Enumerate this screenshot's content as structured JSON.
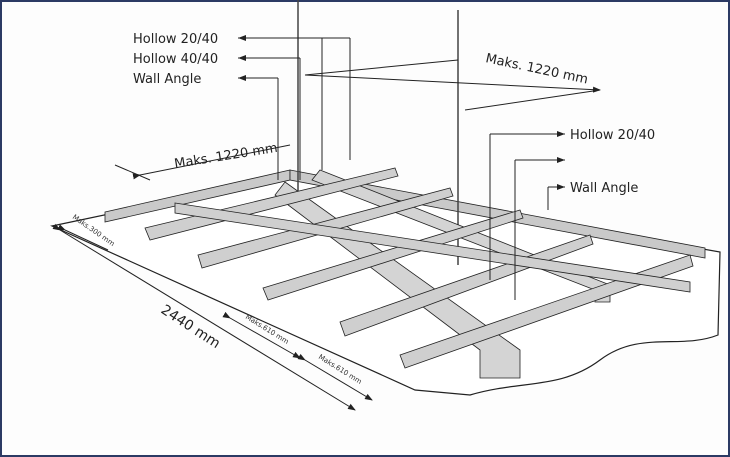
{
  "labels": {
    "hollow_20_40_top": "Hollow 20/40",
    "hollow_40_40": "Hollow 40/40",
    "wall_angle_left": "Wall Angle",
    "hollow_20_40_right": "Hollow 20/40",
    "wall_angle_right": "Wall Angle",
    "maks_1220_top": "Maks. 1220 mm",
    "maks_1220_left": "Maks. 1220 mm",
    "length_2440": "2440 mm",
    "maks_300": "Maks.300 mm",
    "maks_610_a": "Maks.610 mm",
    "maks_610_b": "Maks.610 mm"
  },
  "colors": {
    "frame": "#2c3a64",
    "metal": "#c9c9c9",
    "line": "#222222"
  }
}
